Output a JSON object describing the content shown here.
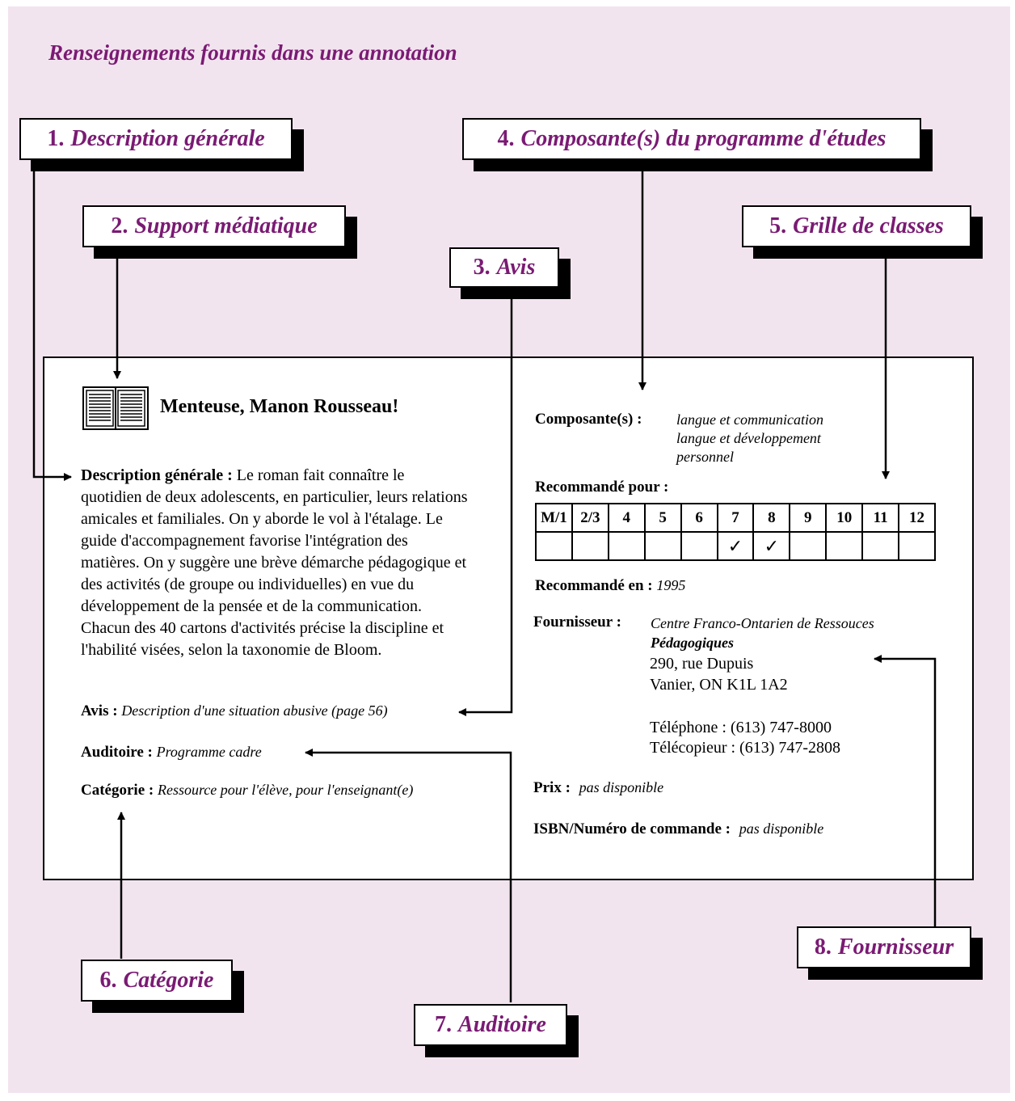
{
  "page": {
    "title": "Renseignements fournis dans une annotation"
  },
  "callouts": [
    {
      "num": "1.",
      "label": "Description générale"
    },
    {
      "num": "2.",
      "label": "Support médiatique"
    },
    {
      "num": "3.",
      "label": "Avis"
    },
    {
      "num": "4.",
      "label": "Composante(s) du programme d'études"
    },
    {
      "num": "5.",
      "label": "Grille de classes"
    },
    {
      "num": "6.",
      "label": "Catégorie"
    },
    {
      "num": "7.",
      "label": "Auditoire"
    },
    {
      "num": "8.",
      "label": "Fournisseur"
    }
  ],
  "card": {
    "media_icon": "book-icon",
    "title": "Menteuse, Manon Rousseau!",
    "description_label": "Description générale :",
    "description_text": "Le roman fait connaître le quotidien de deux adolescents, en particulier, leurs relations amicales et familiales. On y aborde le vol à l'étalage. Le guide d'accompagnement favorise l'intégration des matières. On y suggère une brève démarche pédagogique et des activités (de groupe ou individuelles) en vue du développement de la pensée et de la communication. Chacun des 40 cartons d'activités précise la discipline et l'habilité visées, selon la taxonomie de Bloom.",
    "avis_label": "Avis :",
    "avis_value": "Description d'une situation abusive (page 56)",
    "auditoire_label": "Auditoire :",
    "auditoire_value": "Programme cadre",
    "categorie_label": "Catégorie :",
    "categorie_value": "Ressource pour l'élève, pour l'enseignant(e)",
    "composantes_label": "Composante(s) :",
    "composantes_values": [
      "langue et communication",
      "langue et développement",
      "personnel"
    ],
    "recommande_pour_label": "Recommandé pour :",
    "grades": [
      "M/1",
      "2/3",
      "4",
      "5",
      "6",
      "7",
      "8",
      "9",
      "10",
      "11",
      "12"
    ],
    "grade_checks": [
      "",
      "",
      "",
      "",
      "",
      "✓",
      "✓",
      "",
      "",
      "",
      ""
    ],
    "recommande_en_label": "Recommandé en :",
    "recommande_en_value": "1995",
    "fournisseur_label": "Fournisseur :",
    "fournisseur_name_line1": "Centre Franco-Ontarien de Ressouces",
    "fournisseur_name_line2": "Pédagogiques",
    "fournisseur_address_line1": "290, rue Dupuis",
    "fournisseur_address_line2": "Vanier, ON  K1L 1A2",
    "telephone": "Téléphone : (613) 747-8000",
    "telecopieur": "Télécopieur : (613) 747-2808",
    "prix_label": "Prix :",
    "prix_value": "pas disponible",
    "isbn_label": "ISBN/Numéro de commande :",
    "isbn_value": "pas disponible"
  },
  "colors": {
    "background": "#f2e4ef",
    "accent": "#7a1a73",
    "ink": "#000000"
  }
}
